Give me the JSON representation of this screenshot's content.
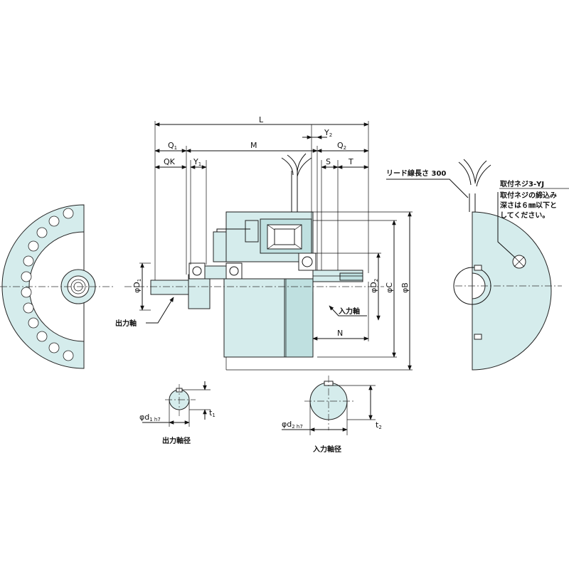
{
  "dimensions": {
    "L": "L",
    "M": "M",
    "Q1": "Q",
    "Q1_sub": "1",
    "QK": "QK",
    "Y1": "Y",
    "Y1_sub": "1",
    "Y2": "Y",
    "Y2_sub": "2",
    "Q2": "Q",
    "Q2_sub": "2",
    "S": "S",
    "T": "T",
    "N": "N",
    "phiD1": "φD",
    "phiD1_sub": "1",
    "phiD2": "φD",
    "phiD2_sub": "2",
    "phiC": "φC",
    "phiB": "φB",
    "phid1": "φd",
    "phid1_sub": "1 h7",
    "phid2": "φd",
    "phid2_sub": "2 h7",
    "t1": "t",
    "t1_sub": "1",
    "t2": "t",
    "t2_sub": "2"
  },
  "labels": {
    "output_shaft": "出力軸",
    "input_shaft": "入力軸",
    "lead_wire": "リード線長さ 300",
    "mount_screw": "取付ネジ3-YJ",
    "screw_note_1": "取付ネジの締込み",
    "screw_note_2": "深さは６㎜以下と",
    "screw_note_3": "してください。",
    "output_shaft_dia": "出力軸径",
    "input_shaft_dia": "入力軸径"
  },
  "colors": {
    "body_fill": "#d5ecec",
    "body_dark": "#bfe0e0",
    "line": "#111111"
  }
}
